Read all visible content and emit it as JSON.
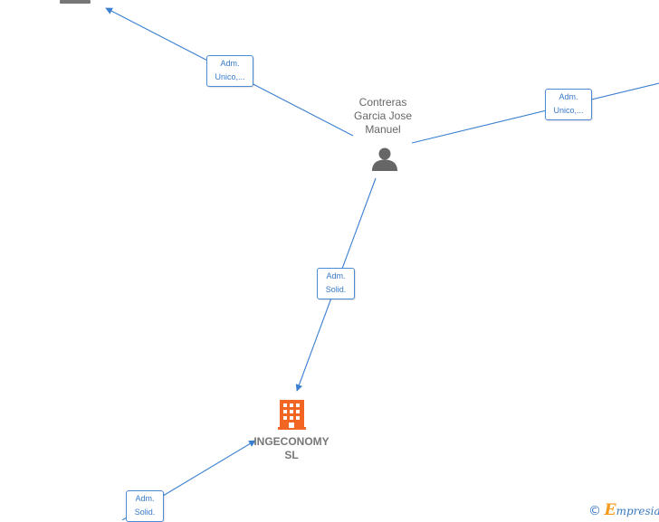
{
  "diagram": {
    "center_person": {
      "label_line1": "Contreras",
      "label_line2": "Garcia Jose",
      "label_line3": "Manuel",
      "icon": "person-icon"
    },
    "company": {
      "label_line1": "INGECONOMY",
      "label_line2": "SL",
      "icon": "building-icon",
      "color": "#f26522"
    },
    "edge_labels": [
      {
        "line1": "Adm.",
        "line2": "Unico,..."
      },
      {
        "line1": "Adm.",
        "line2": "Unico,..."
      },
      {
        "line1": "Adm.",
        "line2": "Solid."
      },
      {
        "line1": "Adm.",
        "line2": "Solid."
      }
    ],
    "edge_color": "#3a7fd0",
    "node_icon_color": "#666666"
  },
  "footer": {
    "copyright_symbol": "©",
    "brand_initial": "E",
    "brand_rest": "mpresia"
  }
}
